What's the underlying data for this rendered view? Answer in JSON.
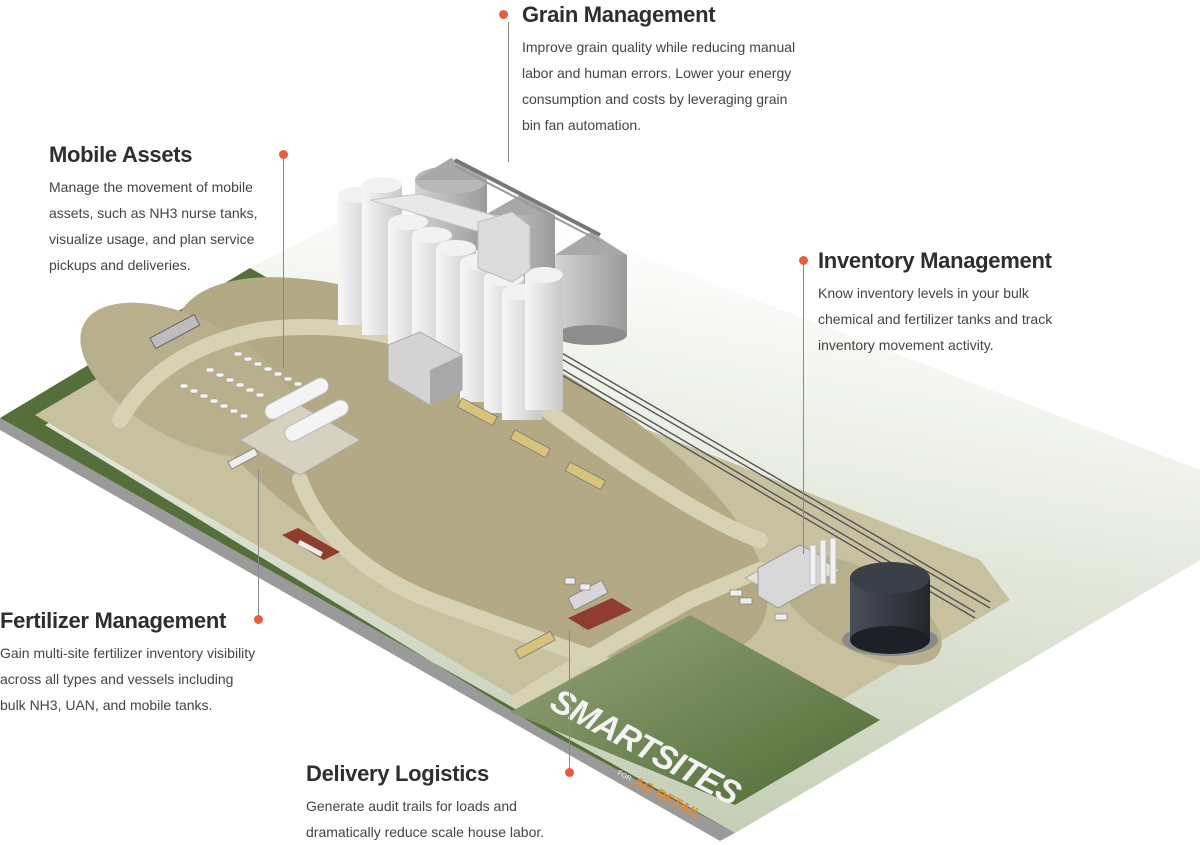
{
  "callouts": {
    "grain": {
      "title": "Grain Management",
      "body": "Improve grain quality while reducing manual labor and human errors. Lower your energy consumption and costs by leveraging grain bin fan automation."
    },
    "mobile": {
      "title": "Mobile Assets",
      "body": "Manage the movement of mobile assets, such as NH3 nurse tanks, visualize usage, and plan service pickups and deliveries."
    },
    "inventory": {
      "title": "Inventory Management",
      "body": "Know inventory levels in your bulk chemical and fertilizer tanks and track inventory movement activity."
    },
    "fertilizer": {
      "title": "Fertilizer Management",
      "body": "Gain multi-site fertilizer inventory visibility across all types and vessels including bulk NH3, UAN, and mobile tanks."
    },
    "delivery": {
      "title": "Delivery Logistics",
      "body": "Generate audit trails for loads and dramatically reduce scale house labor."
    }
  },
  "logo": {
    "main": "SMARTSITES",
    "for": "FOR",
    "sub": "AG RETAIL"
  },
  "colors": {
    "accent": "#e85d3c",
    "field_green": "#4f6b35",
    "ground_tan": "#b8b08c",
    "logo_orange": "#f08a2a"
  }
}
